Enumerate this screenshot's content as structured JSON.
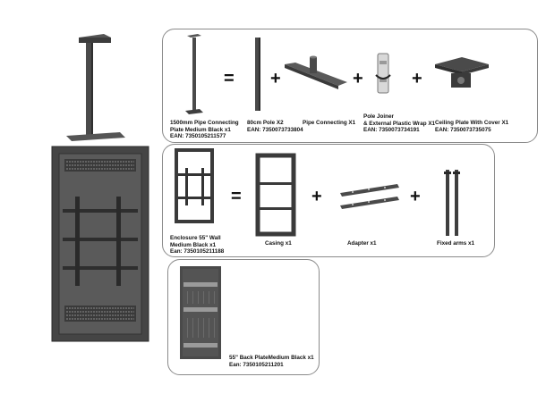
{
  "panel_pipe": {
    "main": {
      "line1": "1500mm Pipe Connecting",
      "line2": "Plate Medium Black x1",
      "line3": "EAN: 7350105211577"
    },
    "pole": {
      "line1": "80cm Pole X2",
      "line2": "EAN: 7350073733804"
    },
    "pipe_connecting": {
      "line1": "Pipe Connecting X1"
    },
    "pole_joiner": {
      "line1": "Pole Joiner",
      "line2": "& External Plastic Wrap X1",
      "line3": "EAN: 7350073734191"
    },
    "ceiling_plate": {
      "line1": "Ceiling Plate With Cover  X1",
      "line2": "EAN: 7350073735075"
    },
    "equals": "=",
    "plus": "+"
  },
  "panel_enclosure": {
    "main": {
      "line1": "Enclosure 55\" Wall",
      "line2": "Medium Black x1",
      "line3": "Ean: 7350105211188"
    },
    "casing": {
      "line1": "Casing x1"
    },
    "adapter": {
      "line1": "Adapter x1"
    },
    "fixed_arms": {
      "line1": "Fixed arms x1"
    },
    "equals": "=",
    "plus": "+"
  },
  "panel_back": {
    "main": {
      "line1": "55\" Back PlateMedium Black x1",
      "line2": "Ean: 7350105211201"
    }
  },
  "colors": {
    "metal": "#4a4a4a",
    "metal_dark": "#2e2e2e",
    "panel_border": "#8a8a8a"
  }
}
